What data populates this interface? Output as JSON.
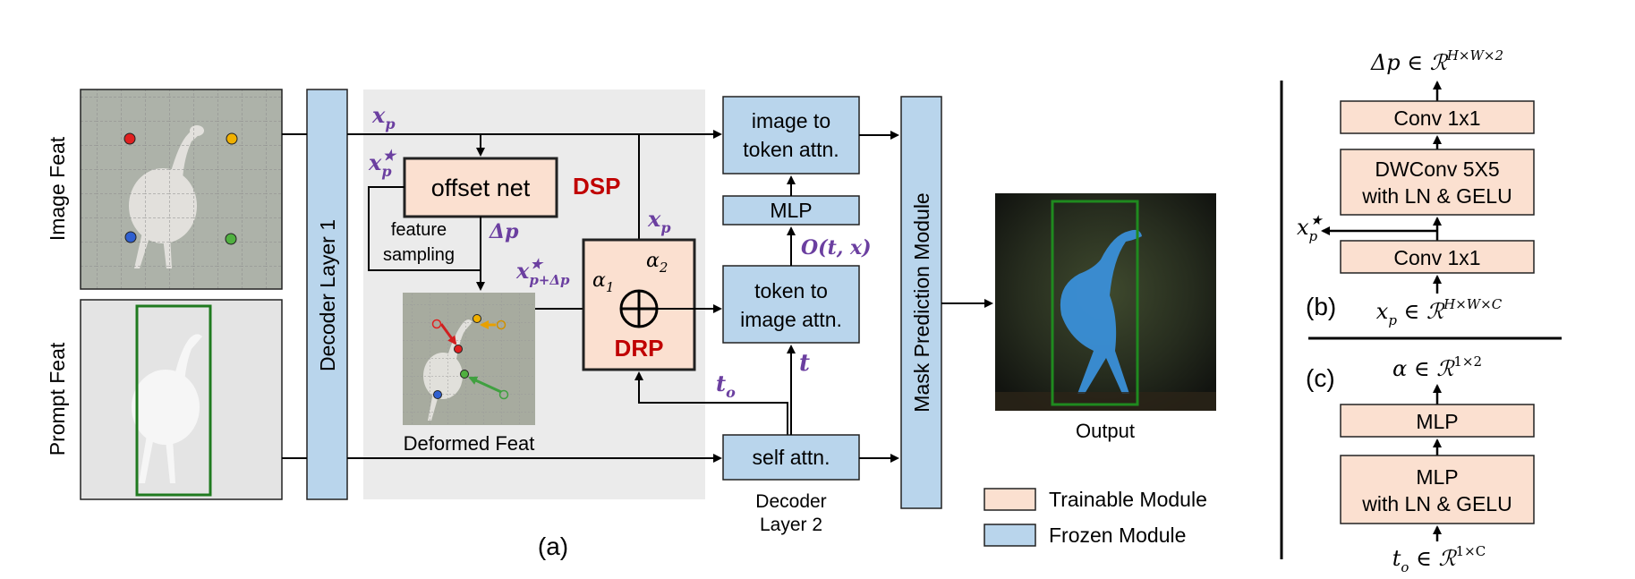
{
  "labels": {
    "image_feat": "Image Feat",
    "prompt_feat": "Prompt Feat",
    "decoder_layer_1": "Decoder Layer 1",
    "offset_net": "offset net",
    "dsp": "DSP",
    "drp": "DRP",
    "feature_sampling_1": "feature",
    "feature_sampling_2": "sampling",
    "deformed_feat": "Deformed Feat",
    "img_to_token_1": "image to",
    "img_to_token_2": "token attn.",
    "mlp": "MLP",
    "token_to_img_1": "token to",
    "token_to_img_2": "image attn.",
    "self_attn": "self attn.",
    "decoder_layer_2_a": "Decoder",
    "decoder_layer_2_b": "Layer 2",
    "mask_prediction": "Mask Prediction Module",
    "output": "Output",
    "caption_a": "(a)",
    "caption_b": "(b)",
    "caption_c": "(c)",
    "legend_trainable": "Trainable Module",
    "legend_frozen": "Frozen Module"
  },
  "math": {
    "xp": "xp",
    "xp_star": "xp*",
    "delta_p": "Δp",
    "xp_plus_dp": "x*p+Δp",
    "alpha1": "α1",
    "alpha2": "α2",
    "o_tx": "O(t, x)",
    "t": "t",
    "t_o": "to"
  },
  "panel_b": {
    "top": "Δp ∈ ℛH×W×2",
    "conv_top": "Conv 1x1",
    "dwconv_1": "DWConv 5X5",
    "dwconv_2": "with LN & GELU",
    "conv_bottom": "Conv 1x1",
    "xp_star": "xp*",
    "bottom": "xp ∈ ℛH×W×C"
  },
  "panel_c": {
    "top": "α ∈ ℛ1×2",
    "mlp_top": "MLP",
    "mlp_bottom_1": "MLP",
    "mlp_bottom_2": "with LN & GELU",
    "bottom": "to ∈ ℛ1×C"
  },
  "colors": {
    "trainable": "#fbe0d0",
    "frozen": "#b9d5ec",
    "purple": "#6b3fa0",
    "dark_red": "#c00000",
    "gray_panel": "#ebebeb",
    "box_green": "#1f7a1f",
    "mask_blue": "#3a8fd8"
  }
}
